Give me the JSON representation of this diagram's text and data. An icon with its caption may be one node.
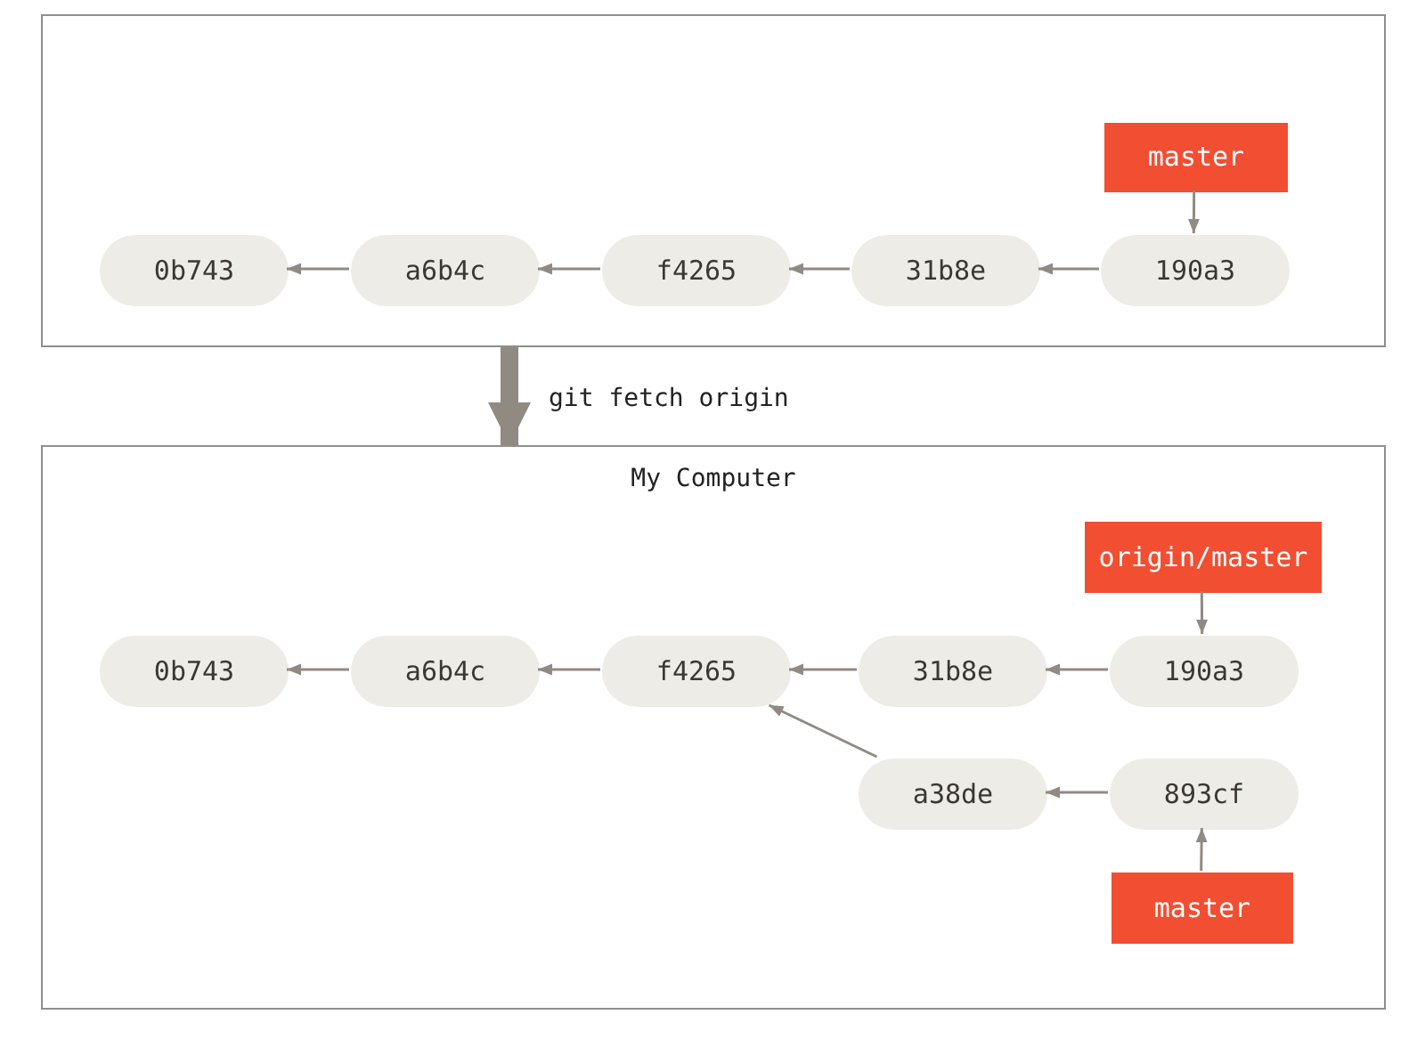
{
  "diagram": {
    "nodes": [
      {
        "text": [],
        "shape": "box"
      },
      {
        "text": [
          "0b743"
        ],
        "in": 0
      },
      {
        "text": [
          "a6b4c"
        ],
        "in": 0
      },
      {
        "text": [
          "f4265"
        ],
        "in": 0
      },
      {
        "text": [
          "31b8e"
        ],
        "in": 0
      },
      {
        "text": [
          "190a3"
        ],
        "in": 0
      },
      {
        "text": [
          "master"
        ],
        "in": 0
      },
      {
        "text": [
          "My Computer"
        ]
      },
      {
        "text": [
          "0b743"
        ],
        "in": 7
      },
      {
        "text": [
          "a6b4c"
        ],
        "in": 7
      },
      {
        "text": [
          "f4265"
        ],
        "in": 7
      },
      {
        "text": [
          "31b8e"
        ],
        "in": 7
      },
      {
        "text": [
          "190a3"
        ],
        "in": 7
      },
      {
        "text": [
          "a38de"
        ],
        "in": 7
      },
      {
        "text": [
          "893cf"
        ],
        "in": 7
      },
      {
        "text": [
          "origin/master"
        ],
        "in": 7
      },
      {
        "text": [
          "master"
        ],
        "in": 7
      }
    ],
    "edges": [
      {
        "from": 2,
        "to": 1,
        "arrow": "to"
      },
      {
        "from": 3,
        "to": 2,
        "arrow": "to"
      },
      {
        "from": 4,
        "to": 3,
        "arrow": "to"
      },
      {
        "from": 5,
        "to": 4,
        "arrow": "to"
      },
      {
        "from": 6,
        "to": 5,
        "arrow": "to"
      },
      {
        "from": 0,
        "to": 7,
        "arrow": "to",
        "label": "git fetch origin",
        "style": "thick"
      },
      {
        "from": 9,
        "to": 8,
        "arrow": "to"
      },
      {
        "from": 10,
        "to": 9,
        "arrow": "to"
      },
      {
        "from": 11,
        "to": 10,
        "arrow": "to"
      },
      {
        "from": 12,
        "to": 11,
        "arrow": "to"
      },
      {
        "from": 13,
        "to": 10,
        "arrow": "to"
      },
      {
        "from": 14,
        "to": 13,
        "arrow": "to"
      },
      {
        "from": 15,
        "to": 12,
        "arrow": "to"
      },
      {
        "from": 16,
        "to": 14,
        "arrow": "to"
      }
    ]
  }
}
